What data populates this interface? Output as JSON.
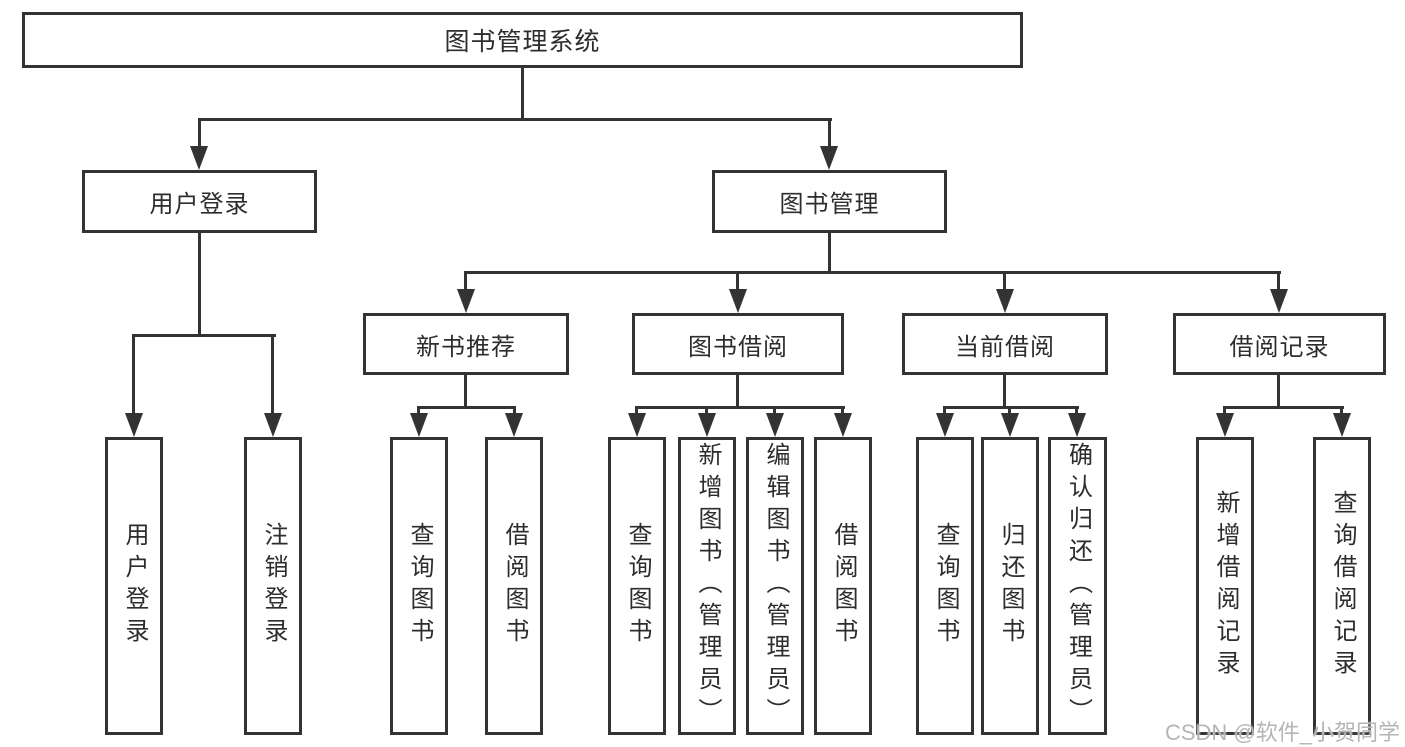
{
  "tree": {
    "root": {
      "label": "图书管理系统"
    },
    "login": {
      "label": "用户登录",
      "leaves": [
        {
          "label": "用户登录"
        },
        {
          "label": "注销登录"
        }
      ]
    },
    "management": {
      "label": "图书管理",
      "groups": [
        {
          "label": "新书推荐",
          "leaves": [
            {
              "label": "查询图书"
            },
            {
              "label": "借阅图书"
            }
          ]
        },
        {
          "label": "图书借阅",
          "leaves": [
            {
              "label": "查询图书"
            },
            {
              "label": "新增图书（管理员）"
            },
            {
              "label": "编辑图书（管理员）"
            },
            {
              "label": "借阅图书"
            }
          ]
        },
        {
          "label": "当前借阅",
          "leaves": [
            {
              "label": "查询图书"
            },
            {
              "label": "归还图书"
            },
            {
              "label": "确认归还（管理员）"
            }
          ]
        },
        {
          "label": "借阅记录",
          "leaves": [
            {
              "label": "新增借阅记录"
            },
            {
              "label": "查询借阅记录"
            }
          ]
        }
      ]
    }
  },
  "watermark": {
    "text": "CSDN @软件_小贺同学"
  },
  "colors": {
    "line": "#333333",
    "text": "#2d2d2d",
    "watermark": "#b5b5b5",
    "background": "#ffffff"
  }
}
